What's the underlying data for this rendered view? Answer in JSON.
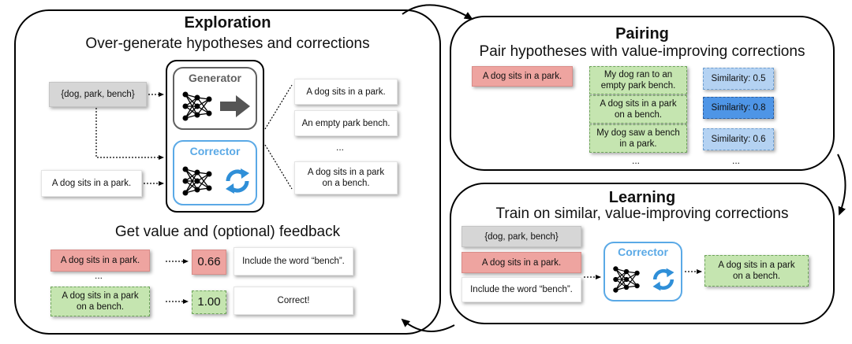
{
  "colors": {
    "generator": "#606060",
    "corrector": "#5aa9e6",
    "value_red": "#eea4a0",
    "hypothesis_green": "#c5e5b0",
    "similarity_blue": "#b4d2f2",
    "similarity_blue_strong": "#4e95e6"
  },
  "exploration": {
    "title": "Exploration",
    "subtitle": "Over-generate hypotheses and corrections",
    "input_concepts": "{dog, park, bench}",
    "input_sentence": "A dog sits in a park.",
    "generator_label": "Generator",
    "corrector_label": "Corrector",
    "outputs": [
      "A dog sits in a park.",
      "An empty park bench.",
      "...",
      "A dog sits in a park\non a bench."
    ],
    "feedback_title": "Get value and (optional) feedback",
    "feedback_rows": [
      {
        "text": "A dog sits in a park.",
        "value": "0.66",
        "feedback": "Include the word “bench”."
      },
      {
        "text": "A dog sits in a park\non a bench.",
        "value": "1.00",
        "feedback": "Correct!"
      }
    ],
    "feedback_ellipsis": "..."
  },
  "pairing": {
    "title": "Pairing",
    "subtitle": "Pair hypotheses with value-improving corrections",
    "hypothesis": "A dog sits in a park.",
    "corrections": [
      "My dog ran to an\nempty park bench.",
      "A dog sits in a park\non a bench.",
      "My dog saw a bench\nin a park."
    ],
    "similarities": [
      "Similarity: 0.5",
      "Similarity: 0.8",
      "Similarity: 0.6"
    ],
    "ellipsis": "..."
  },
  "learning": {
    "title": "Learning",
    "subtitle": "Train on similar, value-improving corrections",
    "inputs": [
      "{dog, park, bench}",
      "A dog sits in a park.",
      "Include the word “bench”."
    ],
    "corrector_label": "Corrector",
    "output": "A dog sits in a park\non a bench."
  }
}
